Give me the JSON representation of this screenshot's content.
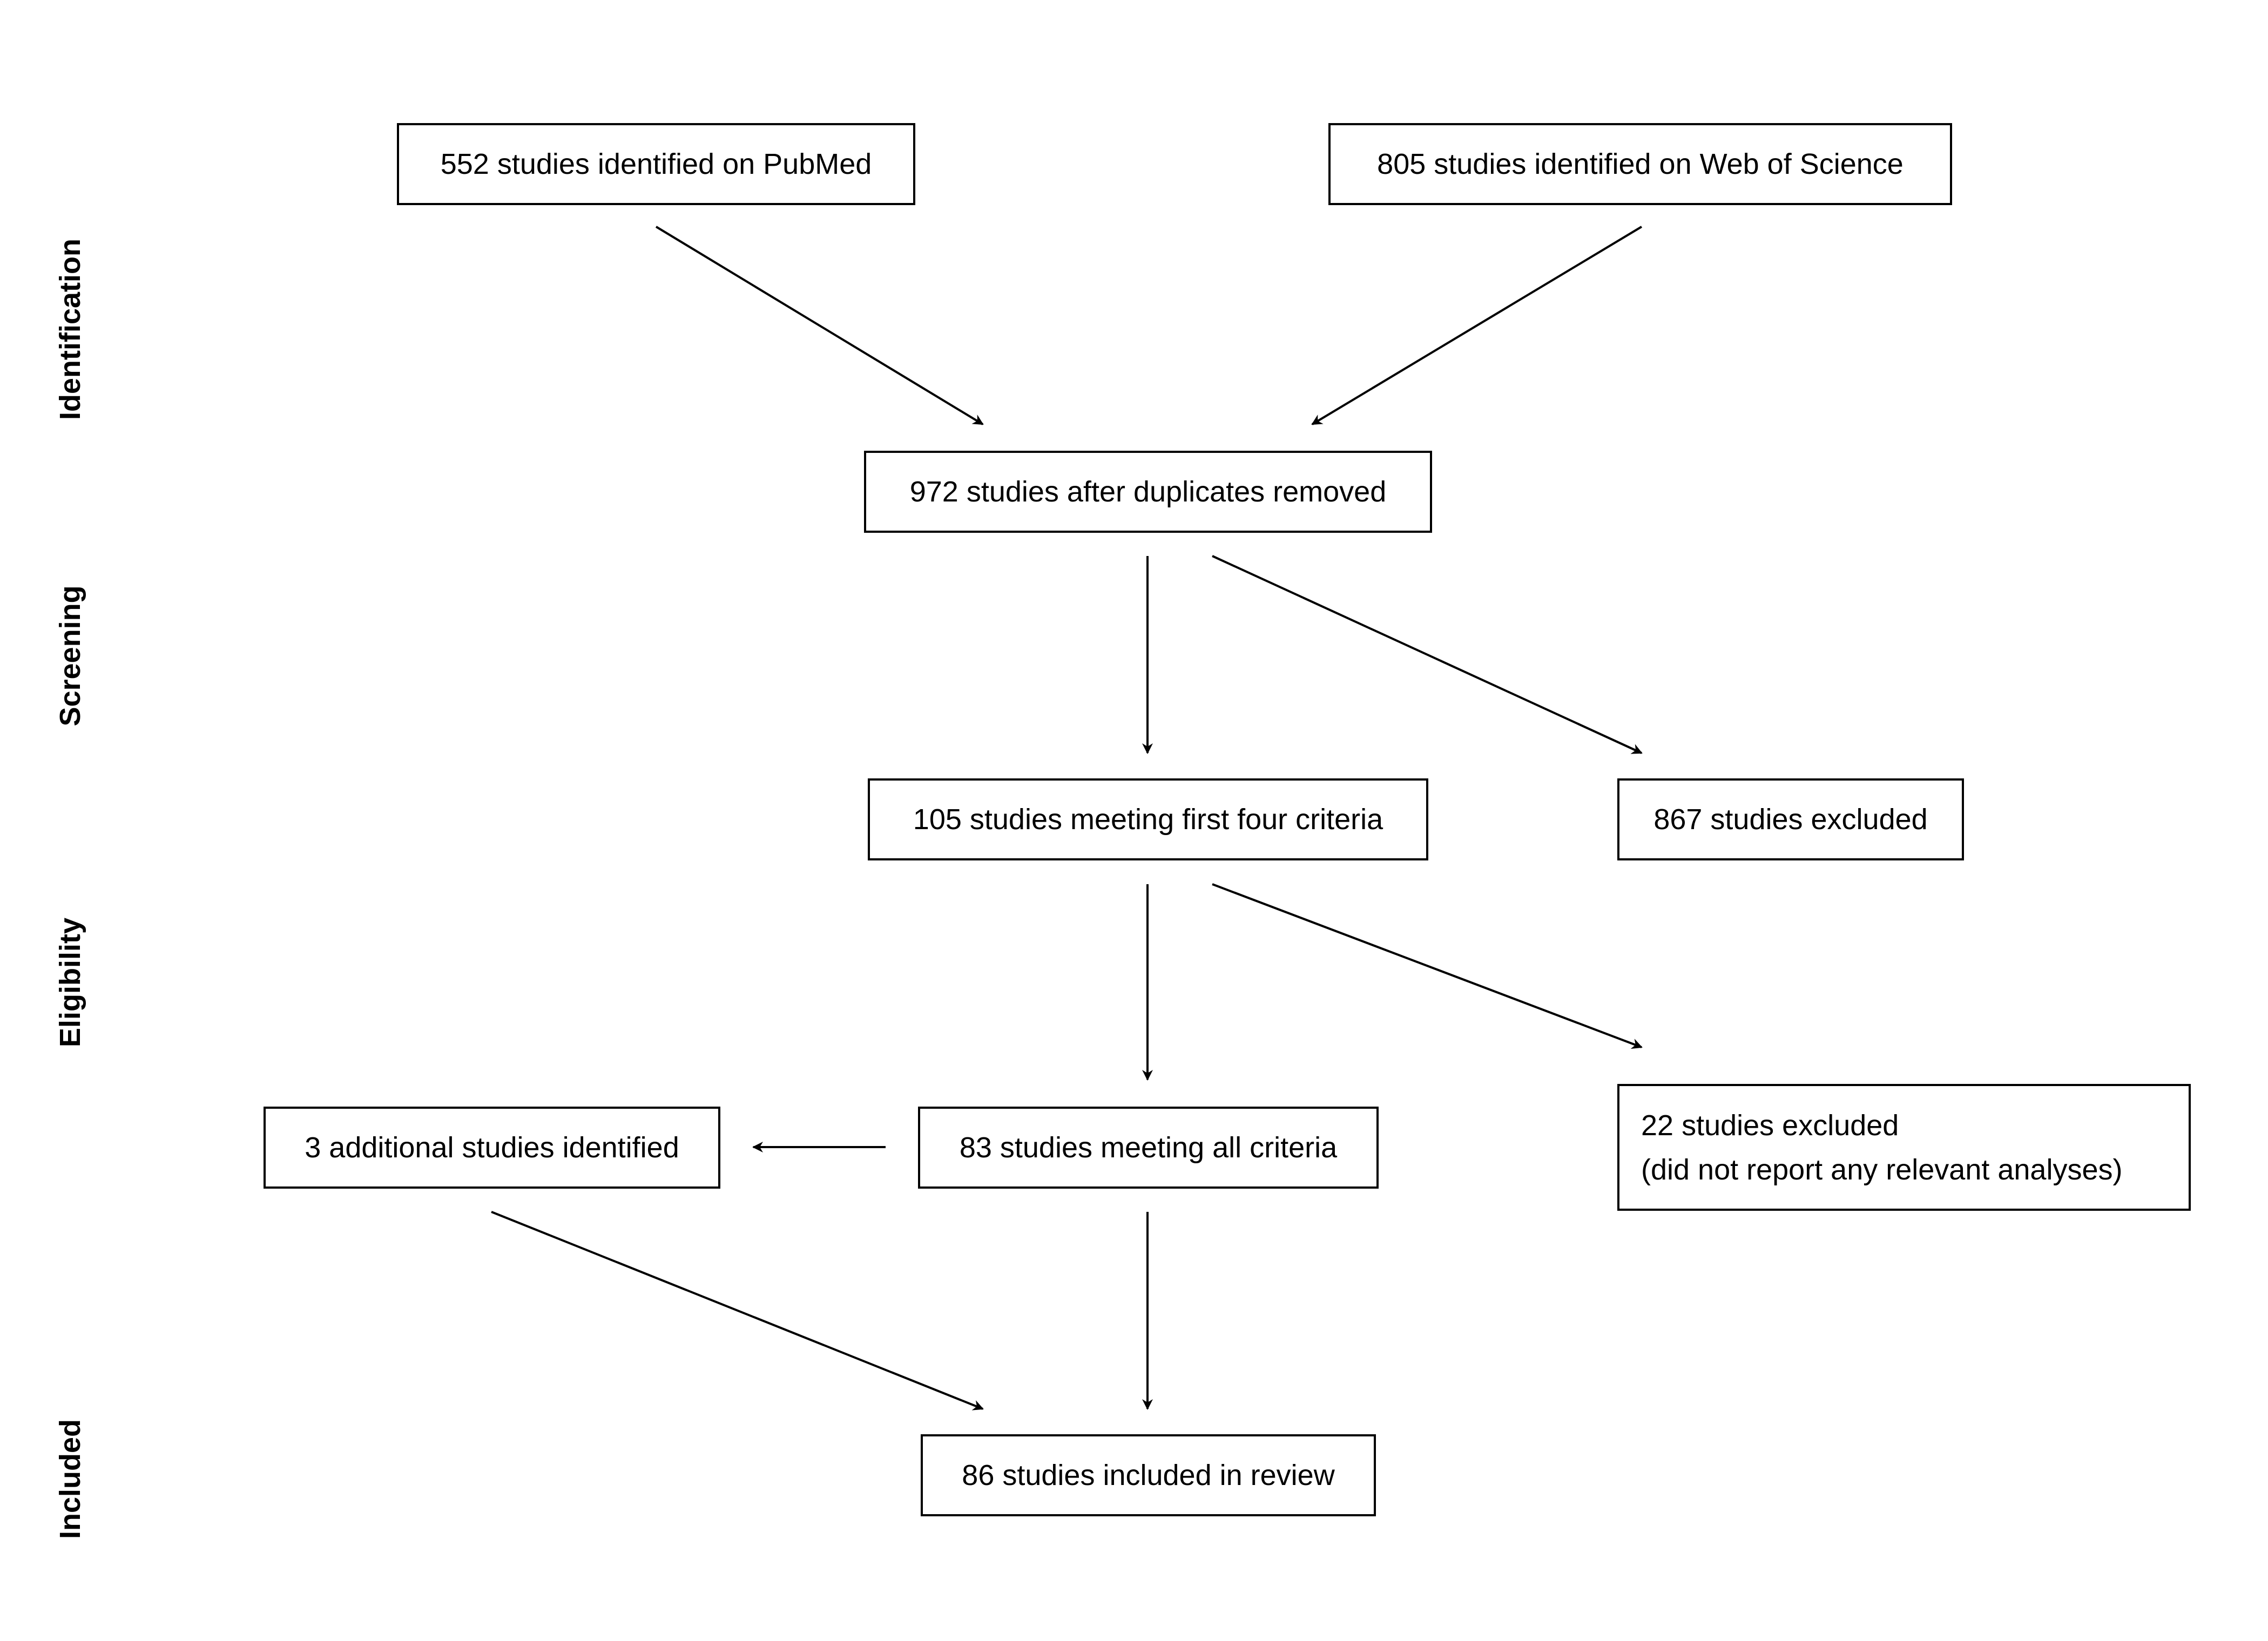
{
  "stages": {
    "identification": "Identification",
    "screening": "Screening",
    "eligibility": "Eligibility",
    "included": "Included"
  },
  "boxes": {
    "pubmed": "552 studies identified on PubMed",
    "wos": "805 studies identified on Web of Science",
    "deduplicated": "972 studies after duplicates removed",
    "first_four": "105 studies meeting first four criteria",
    "excluded_screening": "867 studies excluded",
    "all_criteria": "83 studies meeting all criteria",
    "additional": "3 additional studies identified",
    "excluded_eligibility_line1": "22 studies excluded",
    "excluded_eligibility_line2": "(did not report any relevant analyses)",
    "included_review": "86 studies included in review"
  }
}
